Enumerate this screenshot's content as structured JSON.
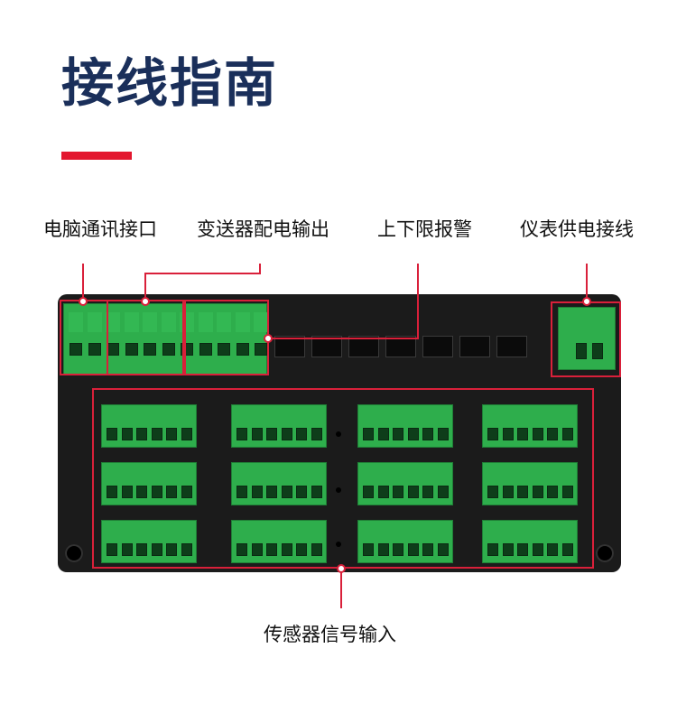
{
  "title": "接线指南",
  "labels": {
    "comm_interface": "电脑通讯接口",
    "transmitter_power_output": "变送器配电输出",
    "limit_alarm": "上下限报警",
    "instrument_power_supply": "仪表供电接线",
    "sensor_signal_input": "传感器信号输入"
  },
  "colors": {
    "title": "#1a2f5a",
    "accent": "#e3172f",
    "terminal_green": "#2eae4c",
    "panel": "#1b1b1b"
  }
}
